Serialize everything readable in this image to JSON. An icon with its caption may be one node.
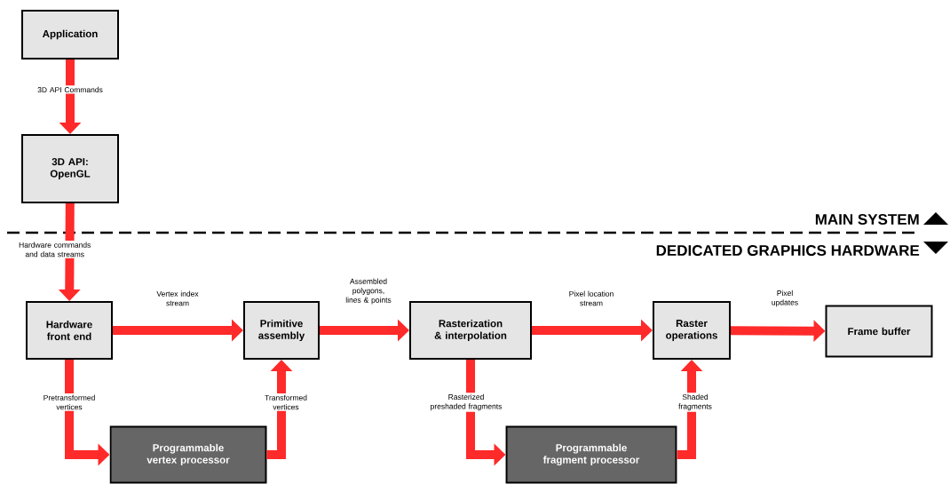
{
  "diagram": {
    "nodes": [
      {
        "text": [
          "Application"
        ]
      },
      {
        "text": [
          "3D API: OpenGL"
        ]
      },
      {
        "text": [
          "Hardware front end"
        ]
      },
      {
        "text": [
          "Primitive assembly"
        ]
      },
      {
        "text": [
          "Rasterization & interpolation"
        ]
      },
      {
        "text": [
          "Raster operations"
        ]
      },
      {
        "text": [
          "Frame buffer"
        ]
      },
      {
        "text": [
          "Programmable vertex processor"
        ]
      },
      {
        "text": [
          "Programmable fragment processor"
        ]
      }
    ],
    "edges": [
      {
        "from": 0,
        "to": 1,
        "arrow": "to",
        "label": "3D API Commands"
      },
      {
        "from": 1,
        "to": 2,
        "arrow": "to",
        "label": "Hardware commands and data streams"
      },
      {
        "from": 2,
        "to": 3,
        "arrow": "to",
        "label": "Vertex index stream"
      },
      {
        "from": 3,
        "to": 4,
        "arrow": "to",
        "label": "Assembled polygons, lines & points"
      },
      {
        "from": 4,
        "to": 5,
        "arrow": "to",
        "label": "Pixel location stream"
      },
      {
        "from": 5,
        "to": 6,
        "arrow": "to",
        "label": "Pixel updates"
      },
      {
        "from": 2,
        "to": 7,
        "arrow": "to",
        "label": "Pretransformed vertices"
      },
      {
        "from": 7,
        "to": 3,
        "arrow": "to",
        "label": "Transformed vertices"
      },
      {
        "from": 4,
        "to": 8,
        "arrow": "to",
        "label": "Rasterized preshaded fragments"
      },
      {
        "from": 8,
        "to": 5,
        "arrow": "to",
        "label": "Shaded fragments"
      }
    ],
    "labels": [
      "MAIN SYSTEM",
      "DEDICATED GRAPHICS HARDWARE"
    ]
  }
}
